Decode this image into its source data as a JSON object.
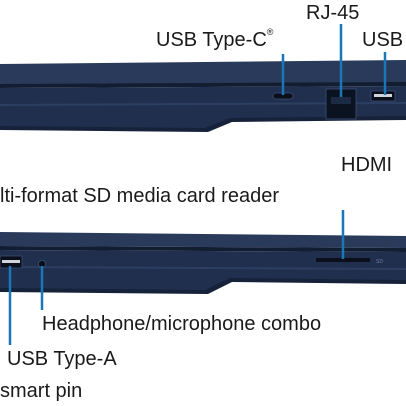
{
  "labels": {
    "rj45": "RJ-45",
    "usb_type_c": "USB Type-C",
    "usb_type_c_mark": "®",
    "usb_top_right": "USB",
    "hdmi": "HDMI",
    "sd_reader": "lti-format SD media card reader",
    "headphone_combo": "Headphone/microphone combo",
    "usb_type_a": "USB Type-A",
    "smart_pin": "smart pin"
  },
  "port_marks": {
    "sd_slot": "SD"
  },
  "colors": {
    "chassis": "#1f2f4d",
    "chassis_edge": "#2c3f63",
    "chassis_dark": "#131d31",
    "leader_line": "#1976b8",
    "text": "#1a1a1a"
  }
}
